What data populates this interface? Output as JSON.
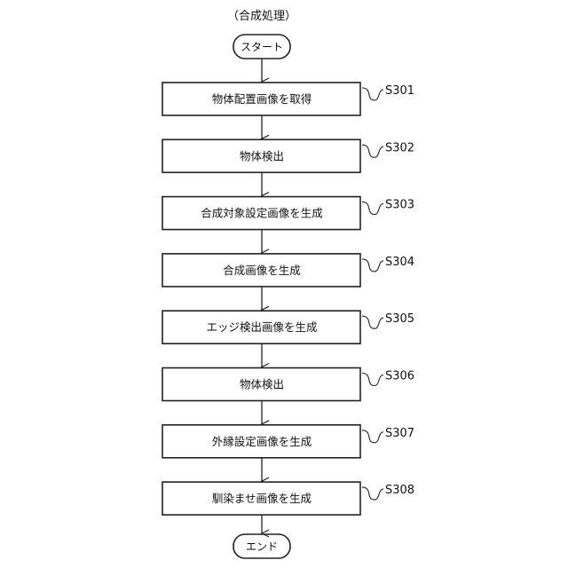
{
  "title": "（合成処理）",
  "start_label": "スタート",
  "end_label": "エンド",
  "steps": [
    {
      "label": "物体配置画像を取得",
      "id": "S301"
    },
    {
      "label": "物体検出",
      "id": "S302"
    },
    {
      "label": "合成対象設定画像を生成",
      "id": "S303"
    },
    {
      "label": "合成画像を生成",
      "id": "S304"
    },
    {
      "label": "エッジ検出画像を生成",
      "id": "S305"
    },
    {
      "label": "物体検出",
      "id": "S306"
    },
    {
      "label": "外縁設定画像を生成",
      "id": "S307"
    },
    {
      "label": "馴染ませ画像を生成",
      "id": "S308"
    }
  ]
}
